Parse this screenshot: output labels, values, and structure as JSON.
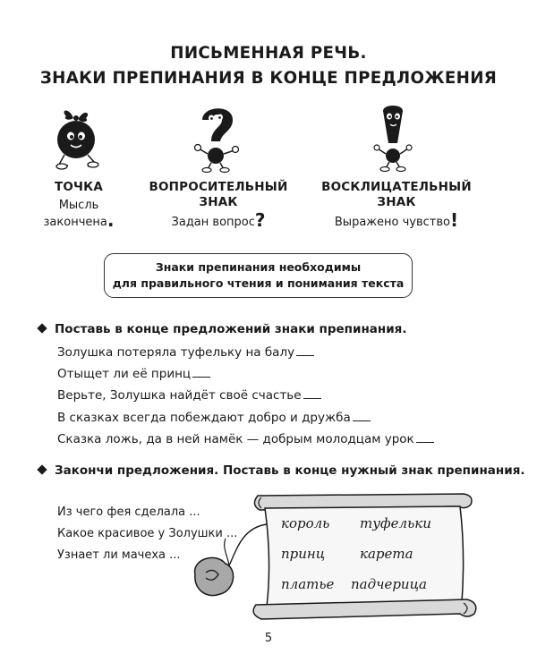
{
  "title": {
    "line1": "ПИСЬМЕННАЯ РЕЧЬ.",
    "line2": "ЗНАКИ ПРЕПИНАНИЯ В КОНЦЕ ПРЕДЛОЖЕНИЯ"
  },
  "signs": [
    {
      "name1": "ТОЧКА",
      "name2": "",
      "desc": "Мысль",
      "desc2": "закончена",
      "mark": "."
    },
    {
      "name1": "ВОПРОСИТЕЛЬНЫЙ",
      "name2": "ЗНАК",
      "desc": "Задан вопрос",
      "mark": "?"
    },
    {
      "name1": "ВОСКЛИЦАТЕЛЬНЫЙ",
      "name2": "ЗНАК",
      "desc": "Выражено чувство",
      "mark": "!"
    }
  ],
  "rule": {
    "line1": "Знаки препинания необходимы",
    "line2": "для правильного чтения и понимания текста"
  },
  "task1": {
    "instruction": "Поставь в конце предложений знаки препинания.",
    "sentences": [
      "Золушка потеряла туфельку на балу",
      "Отыщет ли её принц",
      "Верьте, Золушка найдёт своё счастье",
      "В сказках всегда побеждают добро и дружба",
      "Сказка ложь, да в ней намёк — добрым молодцам урок"
    ]
  },
  "task2": {
    "instruction": "Закончи предложения. Поставь в конце нужный знак препинания.",
    "sentences": [
      "Из чего фея сделала ...",
      "Какое красивое у Золушки ...",
      "Узнает ли мачеха ..."
    ],
    "scroll_words": [
      "король",
      "туфельки",
      "принц",
      "карета",
      "платье",
      "падчерица"
    ]
  },
  "page_number": "5"
}
